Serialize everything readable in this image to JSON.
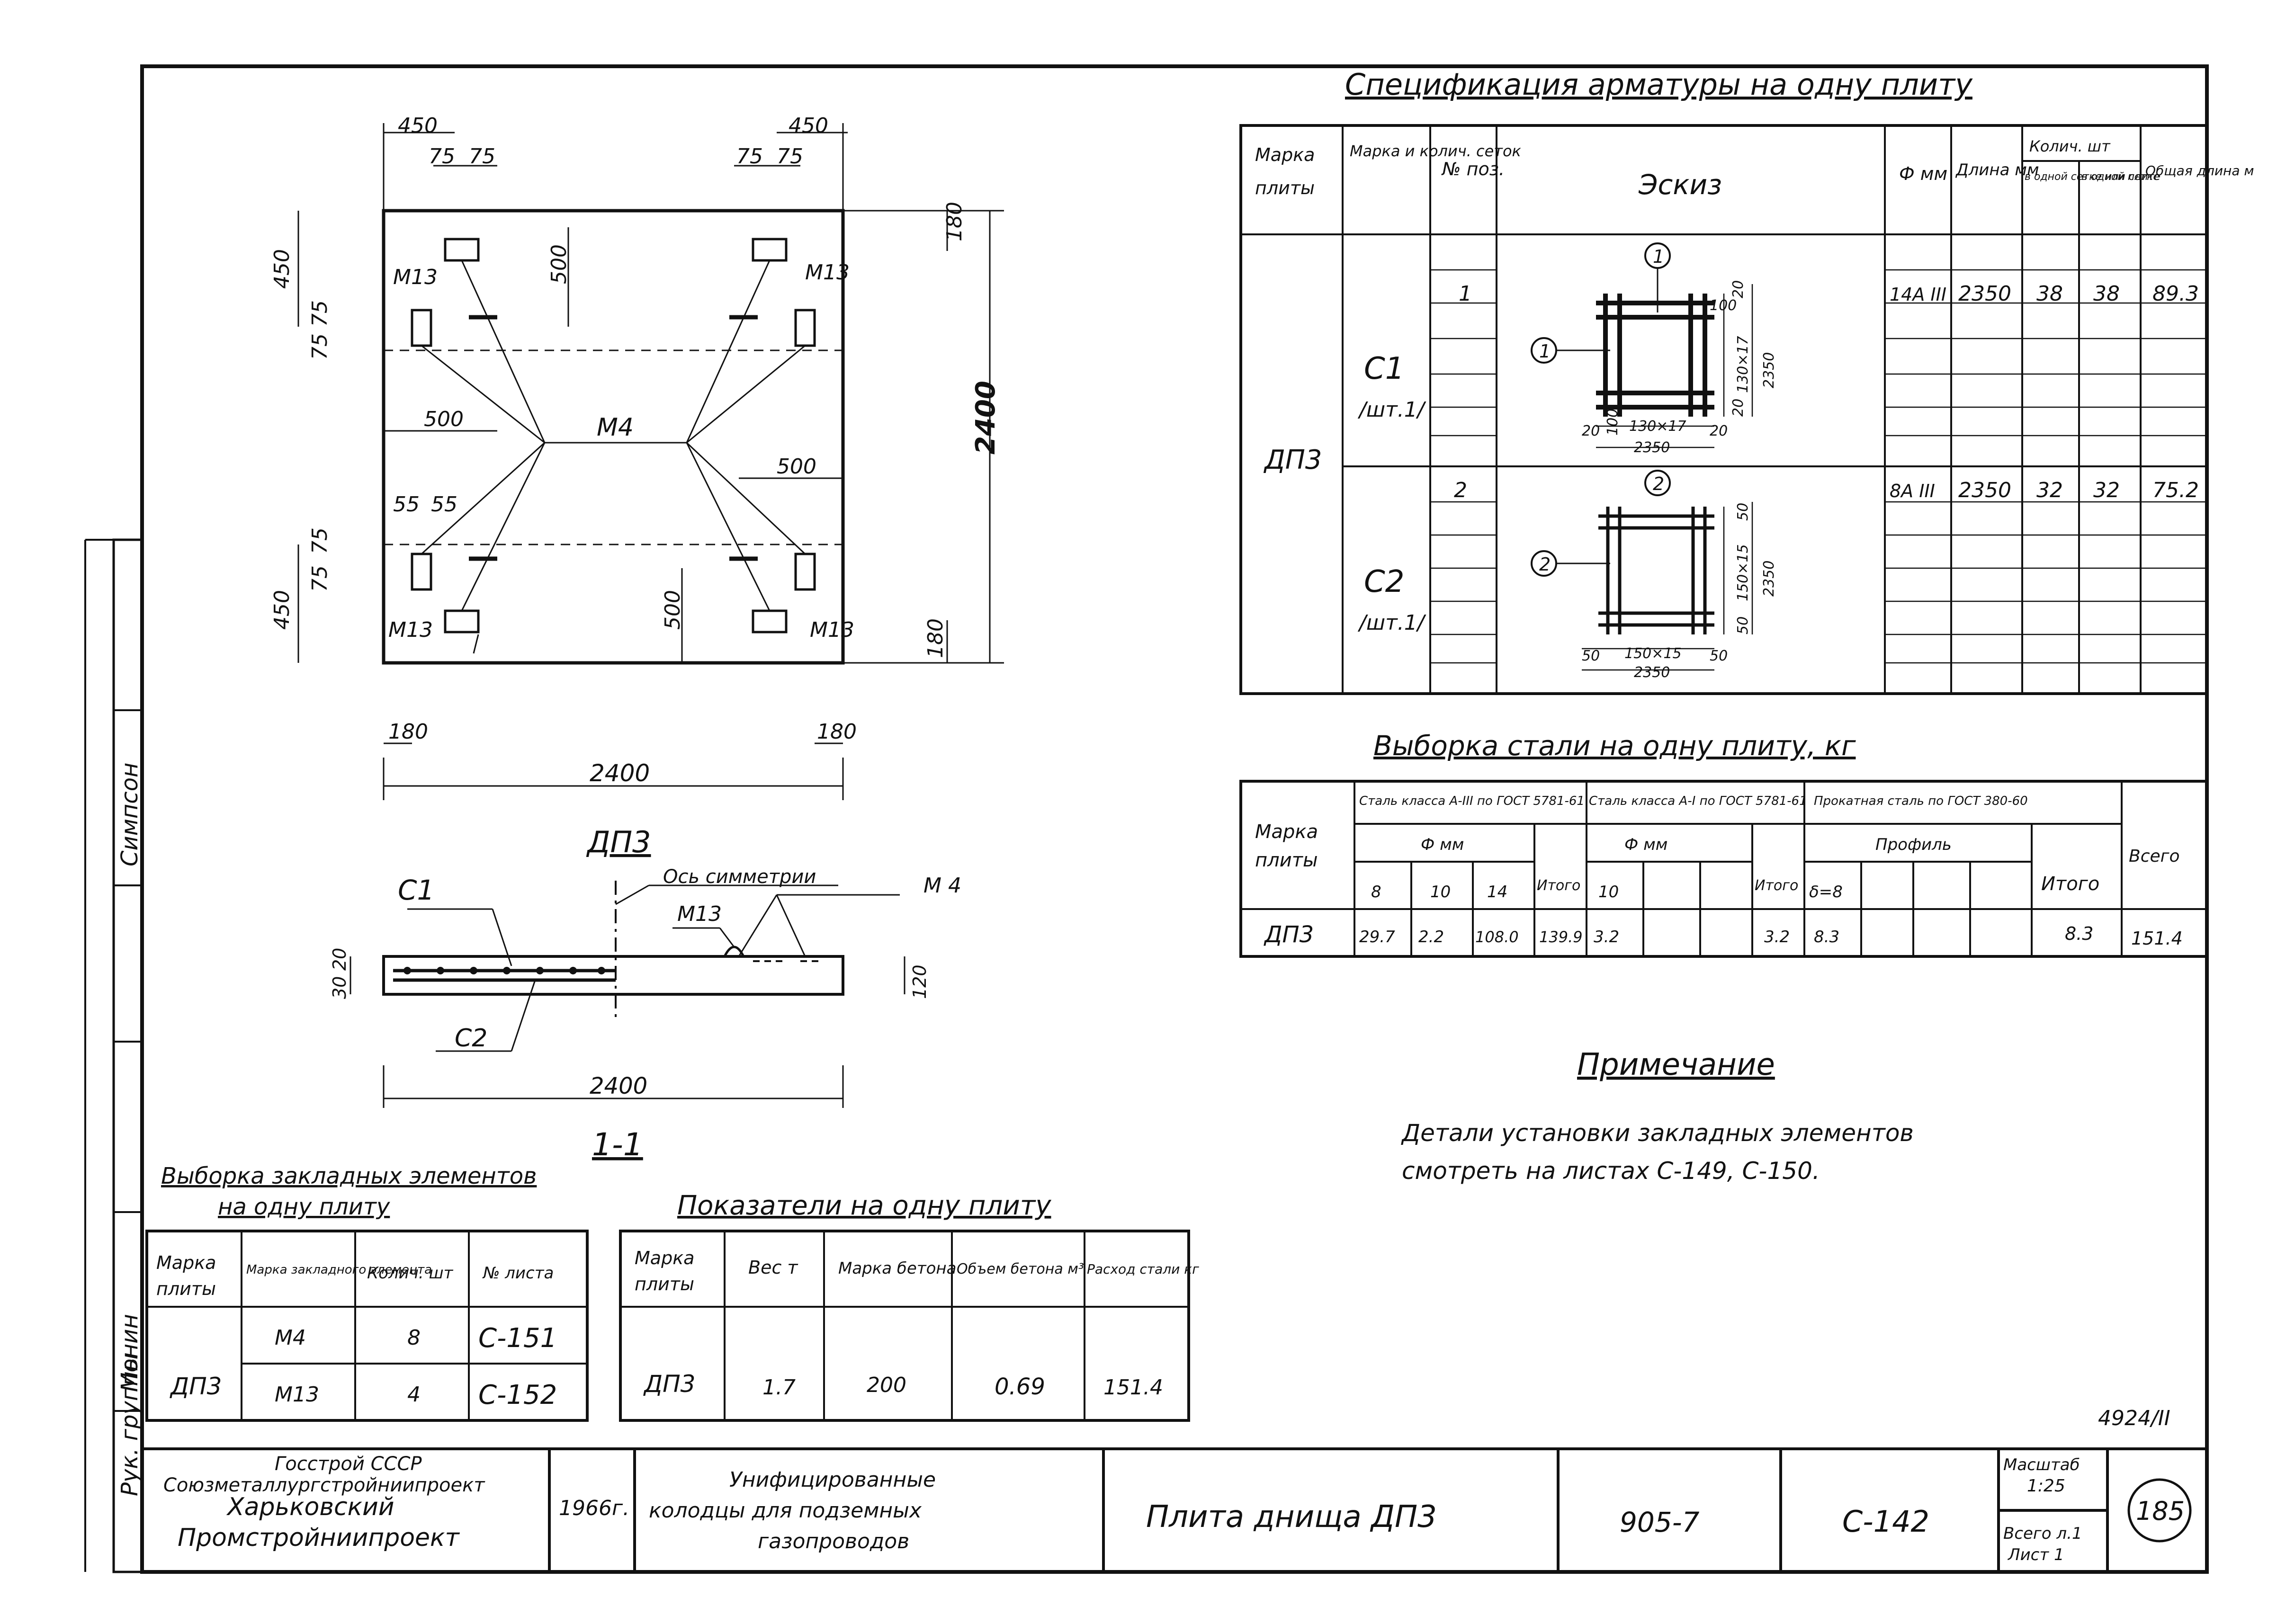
{
  "plan": {
    "dims": [
      "450",
      "75",
      "75",
      "450",
      "75",
      "75",
      "180",
      "450",
      "75",
      "75",
      "500",
      "500",
      "2400",
      "500",
      "55",
      "55",
      "75",
      "75",
      "450",
      "500",
      "180",
      "180",
      "180",
      "2400"
    ],
    "labels": {
      "m13_tl": "М13",
      "m13_tr": "М13",
      "m13_bl": "М13",
      "m13_br": "М13",
      "m4": "М4"
    },
    "title": "ДП3"
  },
  "section": {
    "labels": {
      "c1": "С1",
      "c2": "С2",
      "m13": "М13",
      "m4": "М 4",
      "axis": "Ось симметрии"
    },
    "dims": {
      "d20": "20",
      "d30": "30",
      "d120": "120",
      "d2400": "2400"
    },
    "mark": "1-1"
  },
  "spec": {
    "title": "Спецификация арматуры на одну плиту",
    "headers": [
      "Марка плиты",
      "Марка и колич. сеток",
      "№ поз.",
      "Эскиз",
      "Ф мм",
      "Длина мм",
      "Колич. шт",
      "в одной сетке или сетке",
      "в одной плите",
      "Общая длина м"
    ],
    "plate": "ДП3",
    "rows": [
      {
        "mesh": "С1",
        "count": "/шт.1/",
        "pos": "1",
        "dia": "14А III",
        "len": "2350",
        "n1": "38",
        "n2": "38",
        "total": "89.3"
      },
      {
        "mesh": "С2",
        "count": "/шт.1/",
        "pos": "2",
        "dia": "8А III",
        "len": "2350",
        "n1": "32",
        "n2": "32",
        "total": "75.2"
      }
    ],
    "sketch1": {
      "mark": "1",
      "d20a": "20",
      "d100": "100",
      "d130x17": "130×17",
      "d2350v": "2350",
      "d20b": "20",
      "b20a": "20",
      "b100": "100",
      "b130x17": "130×17",
      "b20b": "20",
      "b2350": "2350"
    },
    "sketch2": {
      "mark": "2",
      "d50a": "50",
      "d150x15": "150×15",
      "d2350v": "2350",
      "d50b": "50",
      "b50a": "50",
      "b150x15": "150×15",
      "b50b": "50",
      "b2350": "2350"
    }
  },
  "steel": {
    "title": "Выборка стали на одну плиту, кг",
    "h_mark": "Марка плиты",
    "h_g1": "Сталь класса А-III по ГОСТ 5781-61",
    "h_g2": "Сталь класса А-I по ГОСТ 5781-61",
    "h_g3": "Прокатная сталь по ГОСТ 380-60",
    "h_phi1": "Ф мм",
    "h_phi2": "Ф мм",
    "h_prof": "Профиль",
    "h_total": "Итого",
    "h_total2": "Итого",
    "h_total3": "Итого",
    "h_all": "Всего",
    "sub": [
      "8",
      "10",
      "14",
      "10",
      "",
      "",
      "δ=8"
    ],
    "row": {
      "mark": "ДП3",
      "v8": "29.7",
      "v10": "2.2",
      "v14": "108.0",
      "t1": "139.9",
      "a10": "3.2",
      "t2": "3.2",
      "p8": "8.3",
      "t3": "8.3",
      "all": "151.4"
    }
  },
  "note": {
    "title": "Примечание",
    "line1": "Детали установки закладных элементов",
    "line2": "смотреть на листах С-149, С-150."
  },
  "embedded": {
    "title1": "Выборка закладных элементов",
    "title2": "на одну плиту",
    "headers": [
      "Марка плиты",
      "Марка закладного элемента",
      "Колич. шт",
      "№ листа"
    ],
    "plate": "ДП3",
    "rows": [
      {
        "el": "М4",
        "qty": "8",
        "sheet": "С-151"
      },
      {
        "el": "М13",
        "qty": "4",
        "sheet": "С-152"
      }
    ]
  },
  "indicators": {
    "title": "Показатели на одну плиту",
    "headers": [
      "Марка плиты",
      "Вес т",
      "Марка бетона",
      "Объем бетона м³",
      "Расход стали кг"
    ],
    "row": {
      "mark": "ДП3",
      "weight": "1.7",
      "concrete": "200",
      "volume": "0.69",
      "steel": "151.4"
    }
  },
  "titleblock": {
    "org1": "Госстрой СССР",
    "org2": "Союзметаллургстройниипроект",
    "org3": "Харьковский",
    "org4": "Промстройниипроект",
    "year": "1966г.",
    "project1": "Унифицированные",
    "project2": "колодцы для подземных",
    "project3": "газопроводов",
    "name": "Плита днища ДП3",
    "series": "905-7",
    "sheet_code": "С-142",
    "scale_label": "Масштаб",
    "scale": "1:25",
    "total": "Всего л.1",
    "sheet": "Лист 1",
    "page": "185",
    "archive": "4924/II"
  },
  "side": {
    "group_head": "Рук. группы",
    "monin": "Монин",
    "simpson": "Симпсон"
  }
}
